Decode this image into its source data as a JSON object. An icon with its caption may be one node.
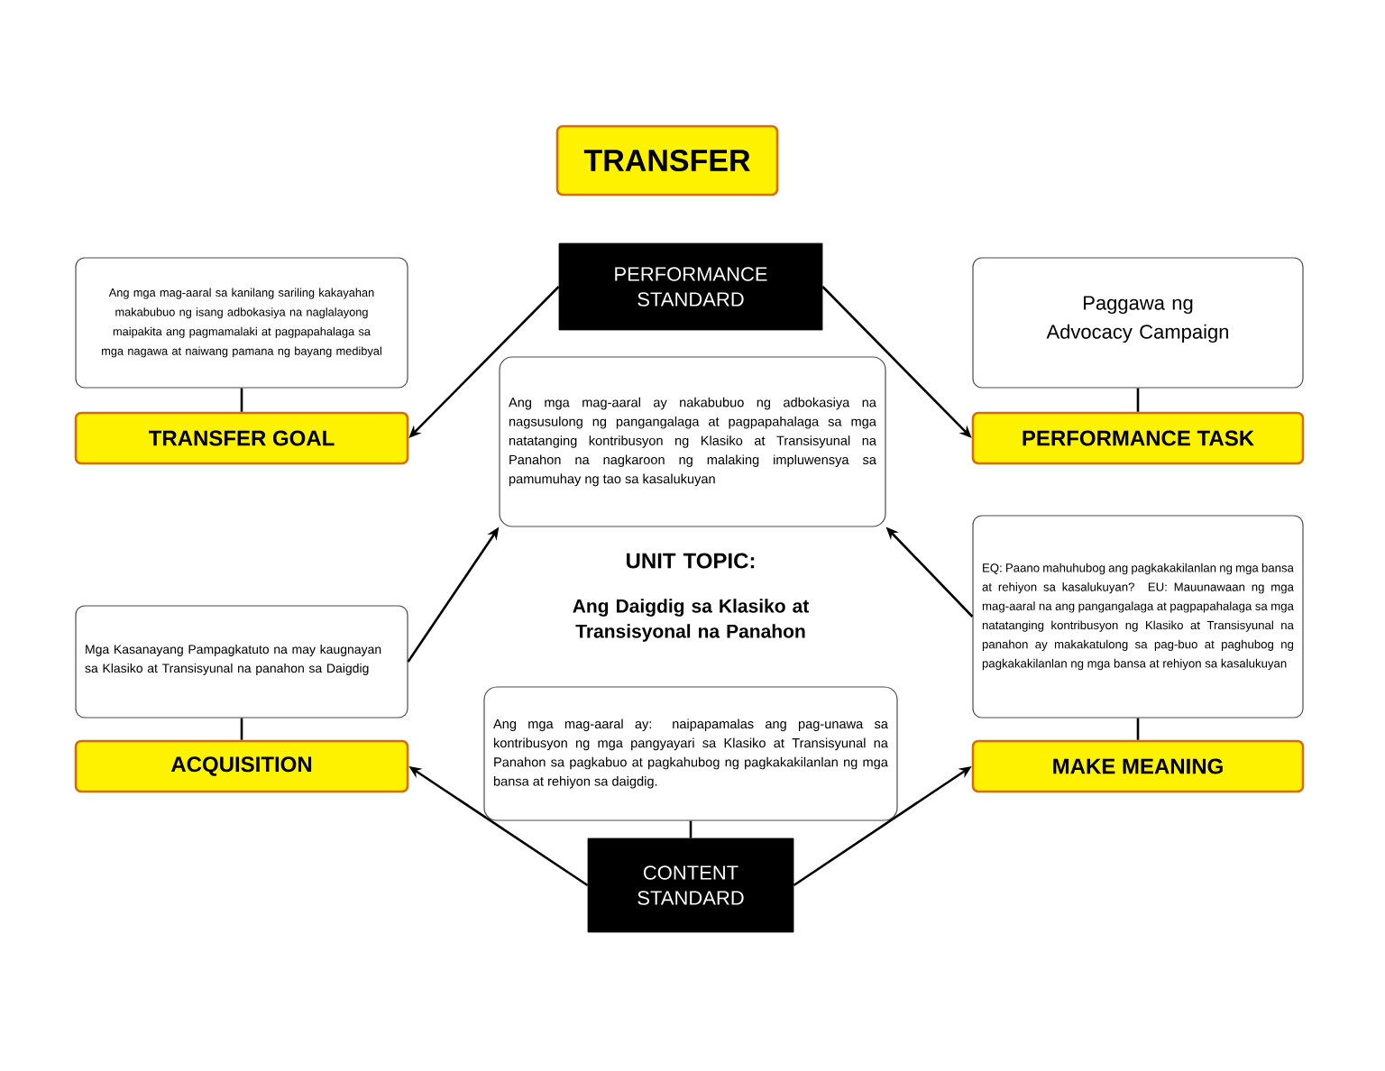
{
  "diagram": {
    "nodes": [
      {
        "text": [
          "TRANSFER"
        ]
      },
      {
        "text": [
          "PERFORMANCE STANDARD"
        ]
      },
      {
        "text": [
          "Ang mga mag-aaral ay nakabubuo ng adbokasiya na nagsusulong ng pangangalaga at pagpapahalaga sa mga natatanging kontribusyon ng Klasiko at Transisyunal na Panahon na nagkaroon ng malaking impluwensya sa pamumuhay ng tao sa kasalukuyan"
        ]
      },
      {
        "text": [
          "Ang mga mag-aaral sa kanilang sariling kakayahan makabubuo ng isang adbokasiya na naglalayong maipakita ang pagmamalaki at pagpapahalaga sa mga nagawa at naiwang pamana ng bayang medibyal"
        ]
      },
      {
        "text": [
          "TRANSFER GOAL"
        ]
      },
      {
        "text": [
          "Paggawa ng Advocacy Campaign"
        ]
      },
      {
        "text": [
          "PERFORMANCE TASK"
        ]
      },
      {
        "text": [
          "Mga Kasanayang Pampagkatuto na may kaugnayan sa Klasiko at Transisyunal na panahon sa Daigdig"
        ]
      },
      {
        "text": [
          "ACQUISITION"
        ]
      },
      {
        "text": [
          "Ang mga mag-aaral ay: naipapamalas ang pag-unawa sa kontribusyon ng mga pangyayari sa Klasiko at Transisyunal na Panahon sa pagkabuo at pagkahubog ng pagkakakilanlan ng mga bansa at rehiyon sa daigdig."
        ]
      },
      {
        "text": [
          "CONTENT STANDARD"
        ]
      },
      {
        "text": [
          "EQ: Paano mahuhubog ang pagkakakilanlan ng mga bansa at rehiyon sa kasalukuyan? EU: Mauunawaan ng mga mag-aaral na ang pangangalaga at pagpapahalaga sa mga natatanging kontribusyon ng Klasiko at Transisyunal na panahon ay makakatulong sa pag-buo at paghubog ng pagkakakilanlan ng mga bansa at rehiyon sa kasalukuyan"
        ]
      },
      {
        "text": [
          "MAKE MEANING"
        ]
      }
    ],
    "edges": [
      {
        "from": 1,
        "to": 4,
        "arrow": "to"
      },
      {
        "from": 1,
        "to": 6,
        "arrow": "to"
      },
      {
        "from": 3,
        "to": 4,
        "arrow": "none"
      },
      {
        "from": 5,
        "to": 6,
        "arrow": "none"
      },
      {
        "from": 7,
        "to": 2,
        "arrow": "to"
      },
      {
        "from": 11,
        "to": 2,
        "arrow": "to"
      },
      {
        "from": 7,
        "to": 8,
        "arrow": "none"
      },
      {
        "from": 11,
        "to": 12,
        "arrow": "none"
      },
      {
        "from": 9,
        "to": 10,
        "arrow": "none"
      },
      {
        "from": 10,
        "to": 8,
        "arrow": "to"
      },
      {
        "from": 10,
        "to": 12,
        "arrow": "to"
      }
    ],
    "labels": [
      "UNIT TOPIC:",
      "Ang Daigdig sa Klasiko at Transisyonal na Panahon"
    ]
  }
}
